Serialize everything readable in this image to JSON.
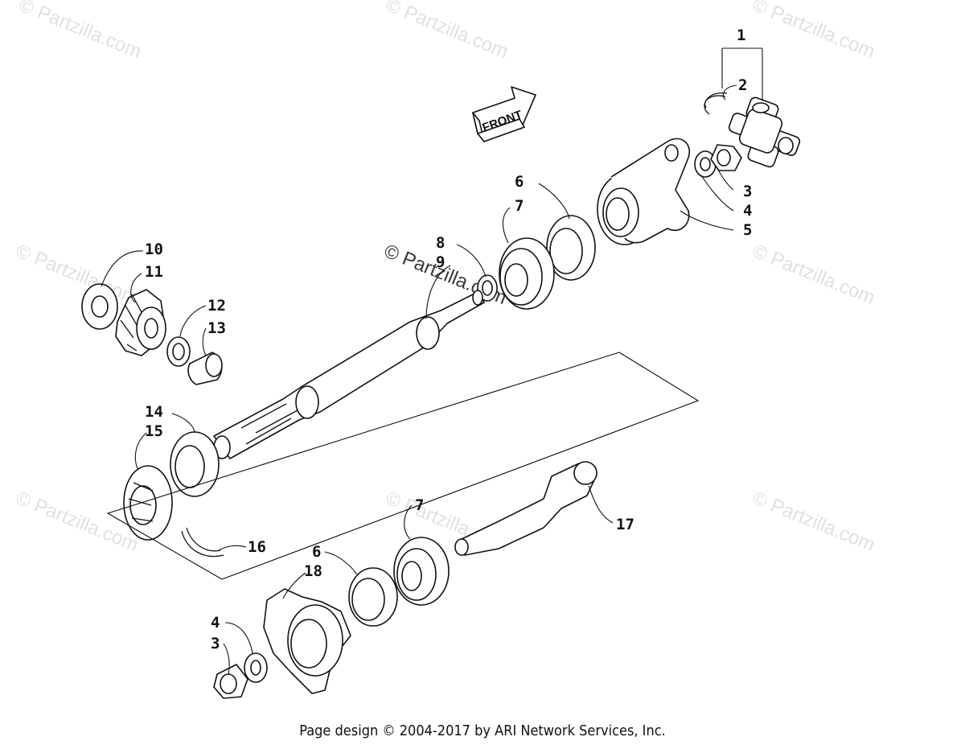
{
  "watermark": {
    "text": "© Partzilla.com"
  },
  "callouts": [
    "1",
    "2",
    "3",
    "4",
    "5",
    "6",
    "7",
    "8",
    "9",
    "10",
    "11",
    "12",
    "13",
    "14",
    "15",
    "16",
    "17",
    "18"
  ],
  "lower_callouts": {
    "c7": "7",
    "c6": "6",
    "c18": "18",
    "c4": "4",
    "c3": "3",
    "c16": "16",
    "c17": "17"
  },
  "arrow": {
    "label": "FRONT"
  },
  "footer": {
    "text": "Page design © 2004-2017 by ARI Network Services, Inc."
  }
}
